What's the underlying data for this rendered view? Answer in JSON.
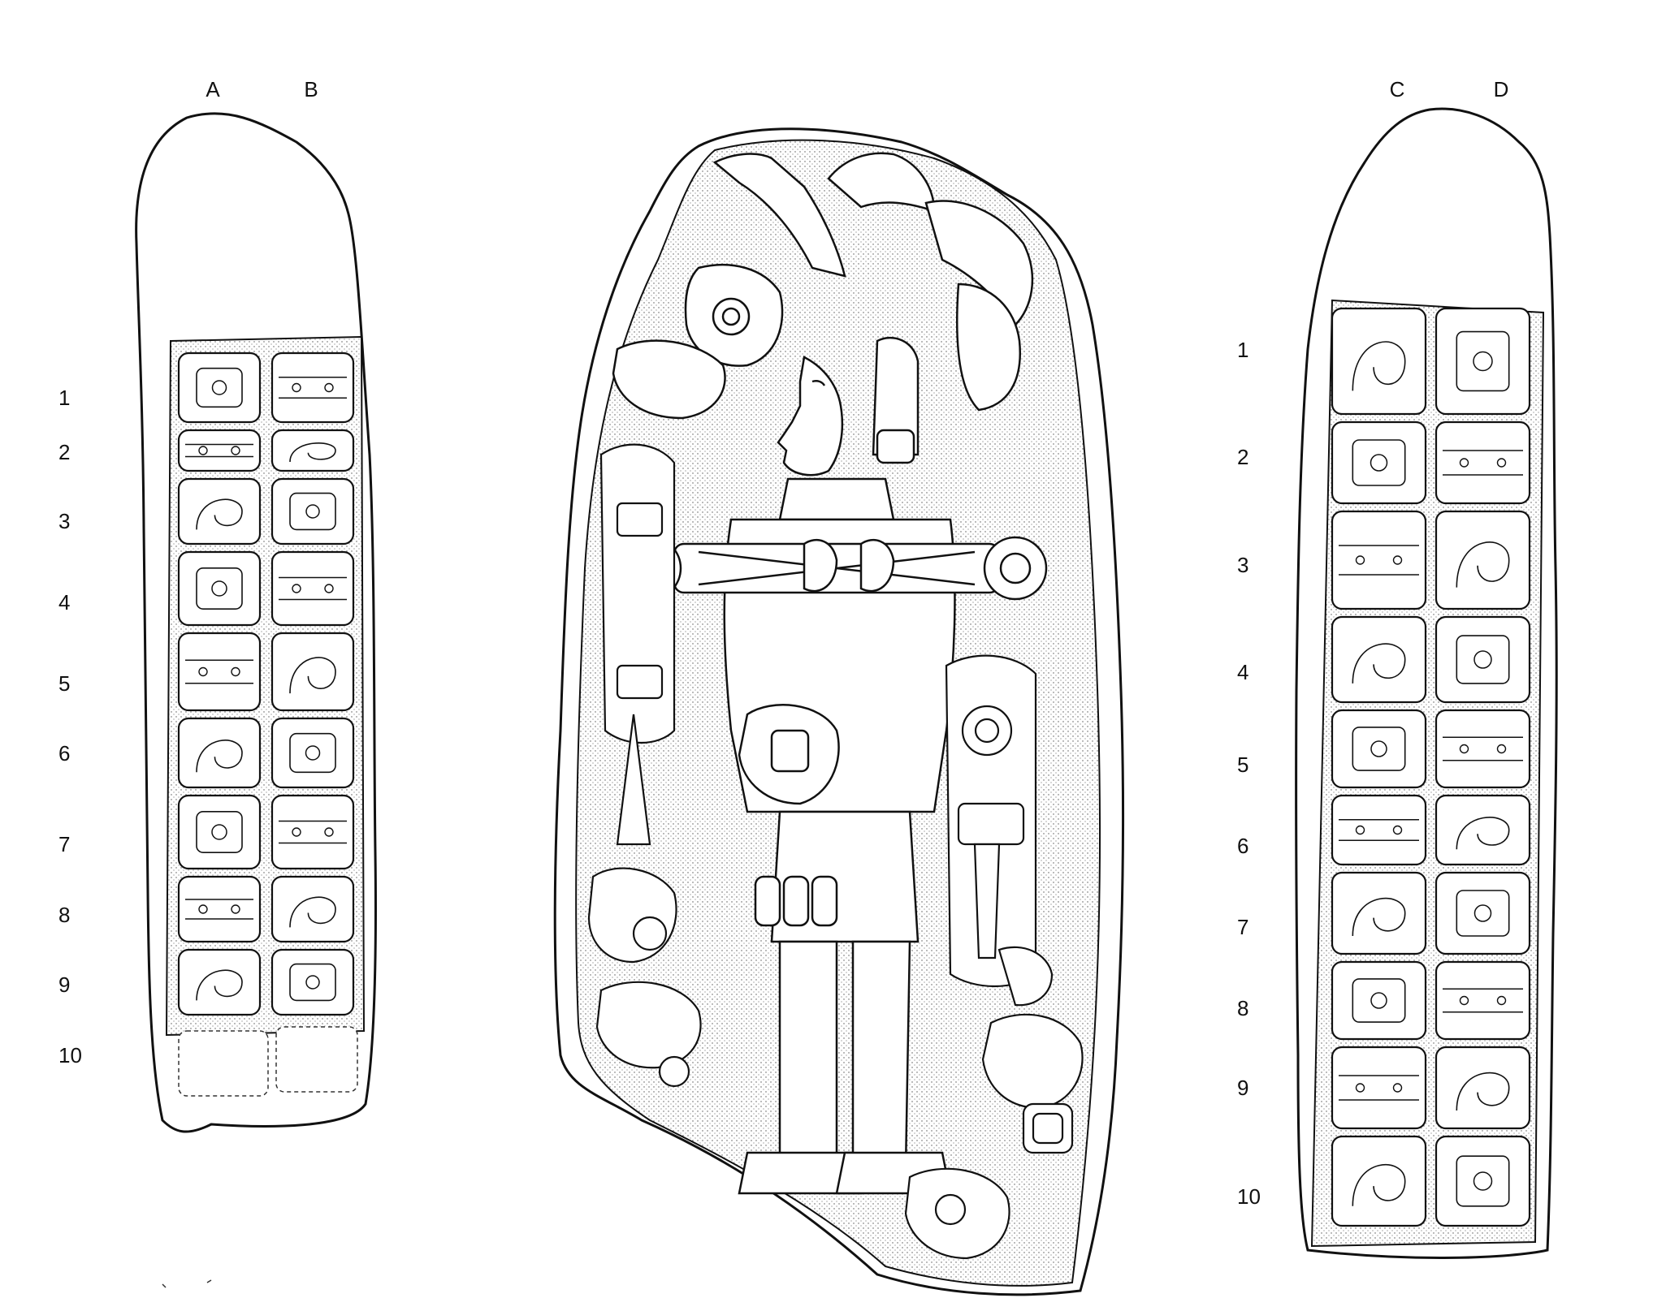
{
  "left_panel": {
    "columns": [
      "A",
      "B"
    ],
    "rows": [
      "1",
      "2",
      "3",
      "4",
      "5",
      "6",
      "7",
      "8",
      "9",
      "10"
    ]
  },
  "right_panel": {
    "columns": [
      "C",
      "D"
    ],
    "rows": [
      "1",
      "2",
      "3",
      "4",
      "5",
      "6",
      "7",
      "8",
      "9",
      "10"
    ]
  }
}
